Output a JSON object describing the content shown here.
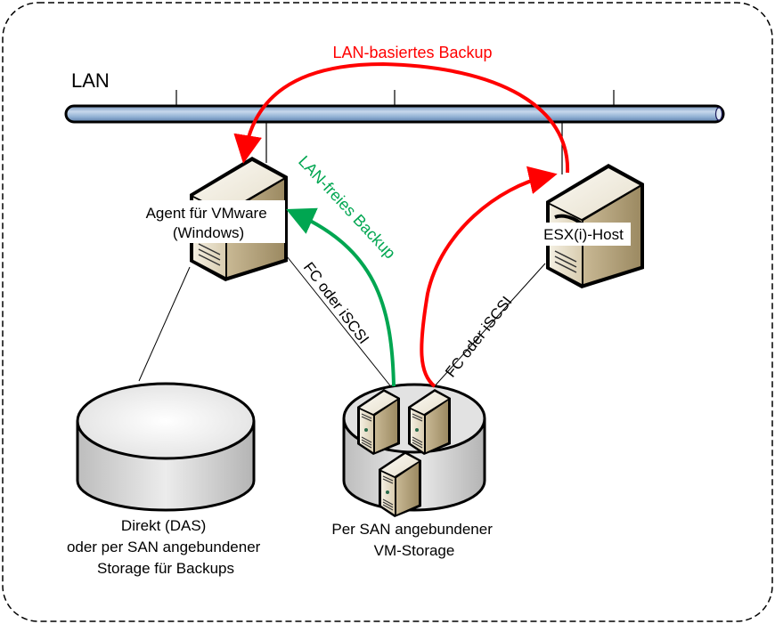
{
  "diagram": {
    "network_label": "LAN",
    "flows": {
      "lan_based": {
        "label": "LAN-basiertes Backup",
        "color": "#ff0000"
      },
      "lan_free": {
        "label": "LAN-freies Backup",
        "color": "#00a651"
      }
    },
    "nodes": {
      "agent": {
        "line1": "Agent für VMware",
        "line2": "(Windows)",
        "icon": "server-tower-icon"
      },
      "esx_host": {
        "label": "ESX(i)-Host",
        "icon": "server-tower-icon"
      },
      "vm_storage": {
        "line1": "Per SAN angebundener",
        "line2": "VM-Storage",
        "icon": "storage-cylinder-with-vms-icon"
      },
      "backup_storage": {
        "line1": "Direkt (DAS)",
        "line2": "oder per SAN angebundener",
        "line3": "Storage für Backups",
        "icon": "storage-cylinder-icon"
      }
    },
    "connections": {
      "agent_to_storage": "FC oder iSCSI",
      "esx_to_storage": "FC oder iSCSI"
    },
    "colors": {
      "lan_bus": "#8fb0d3",
      "server_body": "#d9cfb6",
      "storage_body": "#d8d8d8",
      "border": "#000000"
    }
  }
}
